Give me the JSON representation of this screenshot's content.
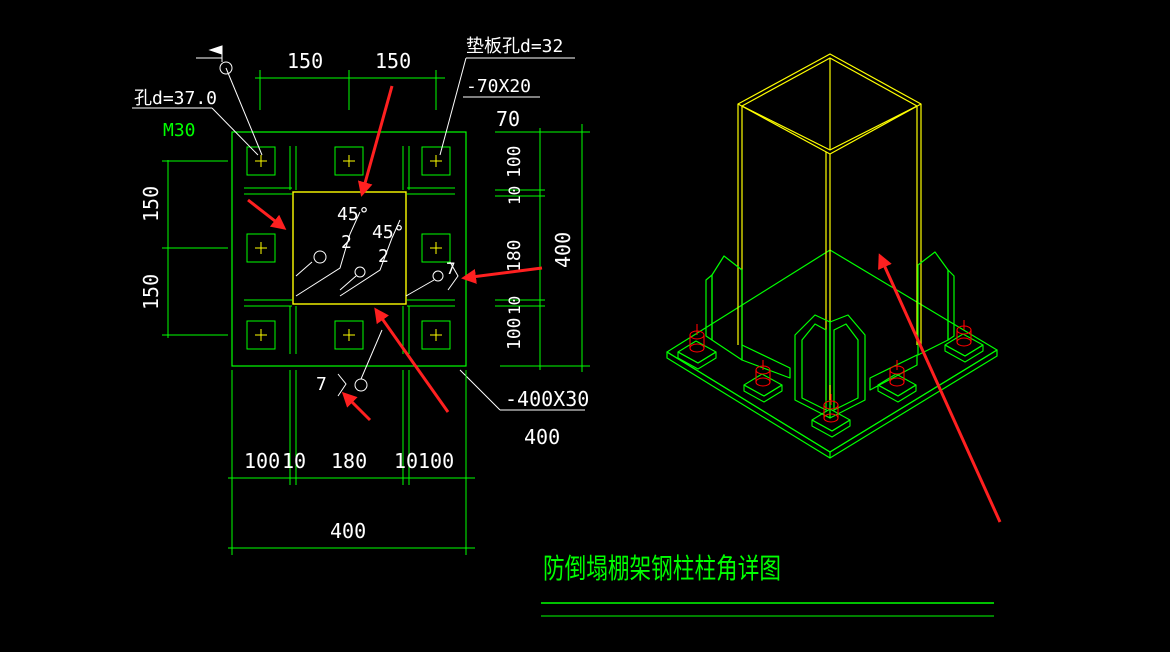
{
  "colors": {
    "background": "#000000",
    "plate": "#00ff00",
    "column": "#ffff00",
    "text": "#ffffff",
    "bolt_label": "#00ff00",
    "bolt": "#ff0000",
    "arrow": "#ff2020"
  },
  "plan_view": {
    "dim_top": [
      "150",
      "150"
    ],
    "dim_left": [
      "150",
      "150"
    ],
    "dim_right_small": [
      "70",
      "10",
      "100",
      "180",
      "10",
      "100"
    ],
    "dim_right_total": "400",
    "dim_bottom_parts": [
      "100",
      "10",
      "180",
      "10",
      "100"
    ],
    "dim_bottom_total": "400",
    "hole_label": "孔d=37.0",
    "bolt_label": "M30",
    "washer_hole_label": "垫板孔d=32",
    "washer_plate_label": "-70X20",
    "base_plate_label": "-400X30",
    "base_plate_width": "400",
    "weld_angle_1": "45°",
    "weld_angle_2": "45°",
    "weld_size_1": "2",
    "weld_size_2": "2",
    "fillet_size_right": "7",
    "fillet_size_bottom": "7"
  },
  "title": "防倒塌棚架钢柱柱角详图",
  "icons": [
    "flag-icon",
    "weld-symbol-icon"
  ]
}
